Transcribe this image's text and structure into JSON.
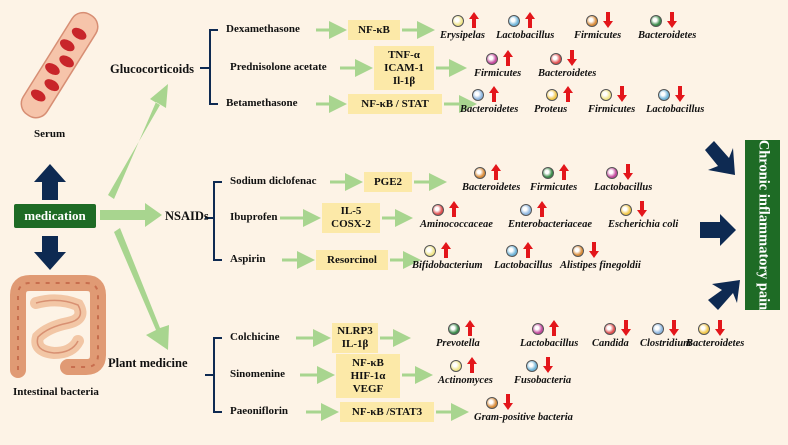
{
  "medication": "medication",
  "chronic_pain": "Chronic inflammatory pain",
  "serum": "Serum",
  "intestinal": "Intestinal bacteria",
  "categories": {
    "glucocorticoids": "Glucocorticoids",
    "nsaids": "NSAIDs",
    "plant": "Plant medicine"
  },
  "drugs": {
    "dexamethasone": "Dexamethasone",
    "prednisolone": "Prednisolone acetate",
    "betamethasone": "Betamethasone",
    "diclofenac": "Sodium diclofenac",
    "ibuprofen": "Ibuprofen",
    "aspirin": "Aspirin",
    "colchicine": "Colchicine",
    "sinomenine": "Sinomenine",
    "paeoniflorin": "Paeoniflorin"
  },
  "targets": {
    "dexamethasone": [
      "NF-κB"
    ],
    "prednisolone": [
      "TNF-α",
      "ICAM-1",
      "Il-1β"
    ],
    "betamethasone": [
      "NF-κB / STAT"
    ],
    "diclofenac": [
      "PGE2"
    ],
    "ibuprofen": [
      "IL-5",
      "COSX-2"
    ],
    "aspirin": [
      "Resorcinol"
    ],
    "colchicine": [
      "NLRP3",
      "IL-1β"
    ],
    "sinomenine": [
      "NF-κB",
      "HIF-1α",
      "VEGF"
    ],
    "paeoniflorin": [
      "NF-κB /STAT3"
    ]
  },
  "bacteria": {
    "dexamethasone": [
      {
        "name": "Erysipelas",
        "dir": "up"
      },
      {
        "name": "Lactobacillus",
        "dir": "up"
      },
      {
        "name": "Firmicutes",
        "dir": "down"
      },
      {
        "name": "Bacteroidetes",
        "dir": "down"
      }
    ],
    "prednisolone": [
      {
        "name": "Firmicutes",
        "dir": "up"
      },
      {
        "name": "Bacteroidetes",
        "dir": "down"
      }
    ],
    "betamethasone": [
      {
        "name": "Bacteroidetes",
        "dir": "up"
      },
      {
        "name": "Proteus",
        "dir": "up"
      },
      {
        "name": "Firmicutes",
        "dir": "down"
      },
      {
        "name": "Lactobacillus",
        "dir": "down"
      }
    ],
    "diclofenac": [
      {
        "name": "Bacteroidetes",
        "dir": "up"
      },
      {
        "name": "Firmicutes",
        "dir": "up"
      },
      {
        "name": "Lactobacillus",
        "dir": "down"
      }
    ],
    "ibuprofen": [
      {
        "name": "Aminococcaceae",
        "dir": "up"
      },
      {
        "name": "Enterobacteriaceae",
        "dir": "up"
      },
      {
        "name": "Escherichia coli",
        "dir": "down"
      }
    ],
    "aspirin": [
      {
        "name": "Bifidobacterium",
        "dir": "up"
      },
      {
        "name": "Lactobacillus",
        "dir": "up"
      },
      {
        "name": "Alistipes finegoldii",
        "dir": "down"
      }
    ],
    "colchicine": [
      {
        "name": "Prevotella",
        "dir": "up"
      },
      {
        "name": "Lactobacillus",
        "dir": "up"
      },
      {
        "name": "Candida",
        "dir": "down"
      },
      {
        "name": "Clostridium",
        "dir": "down"
      },
      {
        "name": "Bacteroidetes",
        "dir": "down"
      }
    ],
    "sinomenine": [
      {
        "name": "Actinomyces",
        "dir": "up"
      },
      {
        "name": "Fusobacteria",
        "dir": "down"
      }
    ],
    "paeoniflorin": [
      {
        "name": "Gram-positive bacteria",
        "dir": "down"
      }
    ]
  },
  "colors": {
    "green": "#1e6b25",
    "box": "#fce9a8",
    "up": "#e3161b",
    "down": "#e3161b",
    "navy": "#0e2a52",
    "arrow": "#a8d58f"
  }
}
